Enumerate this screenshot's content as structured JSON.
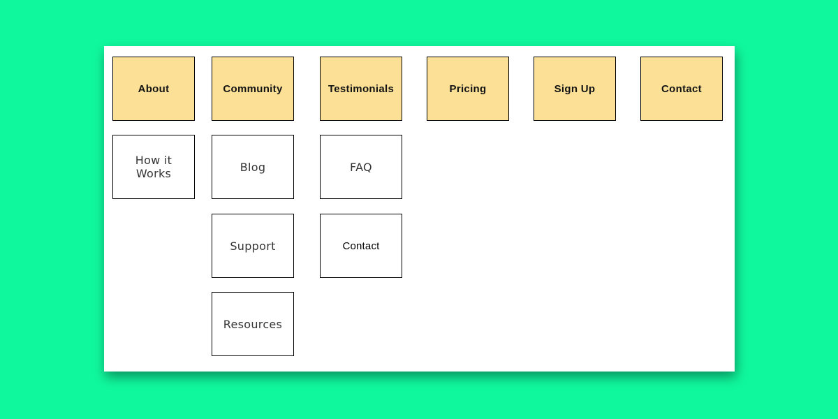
{
  "background": {
    "color": "#10F89E"
  },
  "card": {
    "color": "#FFFFFF"
  },
  "sitemap": {
    "colors": {
      "header_fill": "#FCE095",
      "child_fill": "#FFFFFF",
      "border": "#000000"
    },
    "columns": [
      {
        "header": {
          "label": "About"
        },
        "children": [
          {
            "label": "How it Works"
          }
        ]
      },
      {
        "header": {
          "label": "Community"
        },
        "children": [
          {
            "label": "Blog"
          },
          {
            "label": "Support"
          },
          {
            "label": "Resources"
          }
        ]
      },
      {
        "header": {
          "label": "Testimonials"
        },
        "children": [
          {
            "label": "FAQ"
          },
          {
            "label": "Contact"
          }
        ]
      },
      {
        "header": {
          "label": "Pricing"
        },
        "children": []
      },
      {
        "header": {
          "label": "Sign Up"
        },
        "children": []
      },
      {
        "header": {
          "label": "Contact"
        },
        "children": []
      }
    ]
  }
}
